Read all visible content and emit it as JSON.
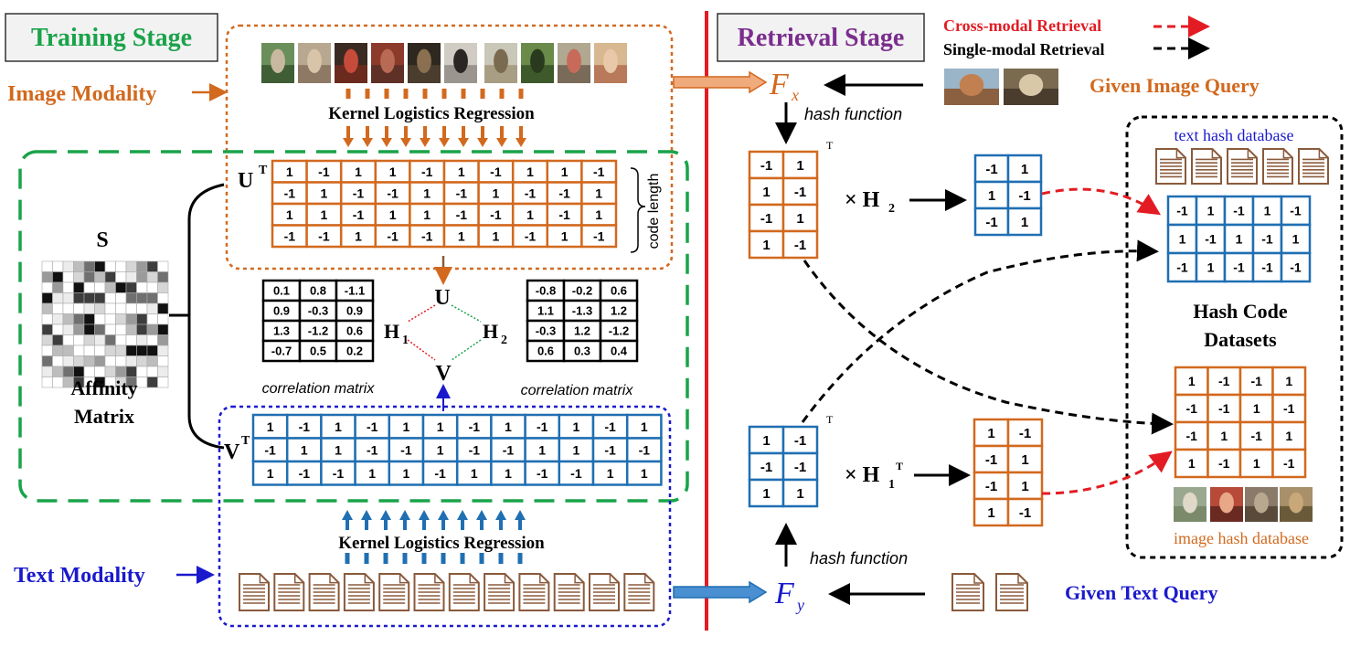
{
  "colors": {
    "orange": "#d2691e",
    "blue": "#1f6fb2",
    "green": "#1aa34a",
    "red": "#e31c23",
    "navy": "#1a1acc",
    "purple": "#7b2d8e",
    "brown": "#8a5a3c",
    "stageFill": "#f2f2f2",
    "legendRed": "#e31c23"
  },
  "labels": {
    "training_stage": "Training Stage",
    "retrieval_stage": "Retrieval Stage",
    "image_modality": "Image Modality",
    "text_modality": "Text Modality",
    "klr_top": "Kernel Logistics Regression",
    "klr_bottom": "Kernel Logistics Regression",
    "code_length": "code length",
    "s_label": "S",
    "affinity_1": "Affinity",
    "affinity_2": "Matrix",
    "ut": "U",
    "vt": "V",
    "u": "U",
    "v": "V",
    "h1": "H",
    "h2": "H",
    "sub1": "1",
    "sub2": "2",
    "sup_t": "T",
    "corr_matrix_left": "correlation matrix",
    "corr_matrix_right": "correlation matrix",
    "fx": "F",
    "fx_sub": "x",
    "fy": "F",
    "fy_sub": "y",
    "hash_function_top": "hash function",
    "hash_function_bottom": "hash function",
    "times_h2": "× H",
    "times_h1": "× H",
    "cross_modal": "Cross-modal Retrieval",
    "single_modal": "Single-modal Retrieval",
    "given_image_query": "Given Image Query",
    "given_text_query": "Given Text Query",
    "text_hash_database": "text hash database",
    "image_hash_database": "image hash database",
    "hash_code_1": "Hash Code",
    "hash_code_2": "Datasets"
  },
  "ut_matrix": [
    [
      "1",
      "-1",
      "1",
      "1",
      "-1",
      "1",
      "-1",
      "1",
      "1",
      "-1"
    ],
    [
      "-1",
      "1",
      "-1",
      "-1",
      "1",
      "-1",
      "1",
      "-1",
      "-1",
      "1"
    ],
    [
      "1",
      "1",
      "-1",
      "1",
      "1",
      "-1",
      "-1",
      "1",
      "-1",
      "1"
    ],
    [
      "-1",
      "-1",
      "1",
      "-1",
      "-1",
      "1",
      "1",
      "-1",
      "1",
      "-1"
    ]
  ],
  "vt_matrix": [
    [
      "1",
      "-1",
      "1",
      "-1",
      "1",
      "1",
      "-1",
      "1",
      "-1",
      "1",
      "-1",
      "1"
    ],
    [
      "-1",
      "1",
      "1",
      "-1",
      "-1",
      "1",
      "-1",
      "-1",
      "1",
      "1",
      "-1",
      "-1"
    ],
    [
      "1",
      "-1",
      "-1",
      "1",
      "1",
      "-1",
      "1",
      "1",
      "-1",
      "-1",
      "1",
      "1"
    ]
  ],
  "corr_left": [
    [
      "0.1",
      "0.8",
      "-1.1"
    ],
    [
      "0.9",
      "-0.3",
      "0.9"
    ],
    [
      "1.3",
      "-1.2",
      "0.6"
    ],
    [
      "-0.7",
      "0.5",
      "0.2"
    ]
  ],
  "corr_right": [
    [
      "-0.8",
      "-0.2",
      "0.6"
    ],
    [
      "1.1",
      "-1.3",
      "1.2"
    ],
    [
      "-0.3",
      "1.2",
      "-1.2"
    ],
    [
      "0.6",
      "0.3",
      "0.4"
    ]
  ],
  "fx_out_matrix": [
    [
      "-1",
      "1"
    ],
    [
      "1",
      "-1"
    ],
    [
      "-1",
      "1"
    ],
    [
      "1",
      "-1"
    ]
  ],
  "fx_h2_matrix": [
    [
      "-1",
      "1"
    ],
    [
      "1",
      "-1"
    ],
    [
      "-1",
      "1"
    ]
  ],
  "fy_out_matrix": [
    [
      "1",
      "-1"
    ],
    [
      "-1",
      "-1"
    ],
    [
      "1",
      "1"
    ]
  ],
  "fy_h1_matrix": [
    [
      "1",
      "-1"
    ],
    [
      "-1",
      "1"
    ],
    [
      "-1",
      "1"
    ],
    [
      "1",
      "-1"
    ]
  ],
  "text_db_matrix": [
    [
      "-1",
      "1",
      "-1",
      "1",
      "-1"
    ],
    [
      "1",
      "-1",
      "1",
      "-1",
      "1"
    ],
    [
      "-1",
      "1",
      "-1",
      "-1",
      "-1"
    ]
  ],
  "image_db_matrix": [
    [
      "1",
      "-1",
      "-1",
      "1"
    ],
    [
      "-1",
      "-1",
      "1",
      "-1"
    ],
    [
      "-1",
      "1",
      "-1",
      "1"
    ],
    [
      "1",
      "-1",
      "1",
      "-1"
    ]
  ]
}
